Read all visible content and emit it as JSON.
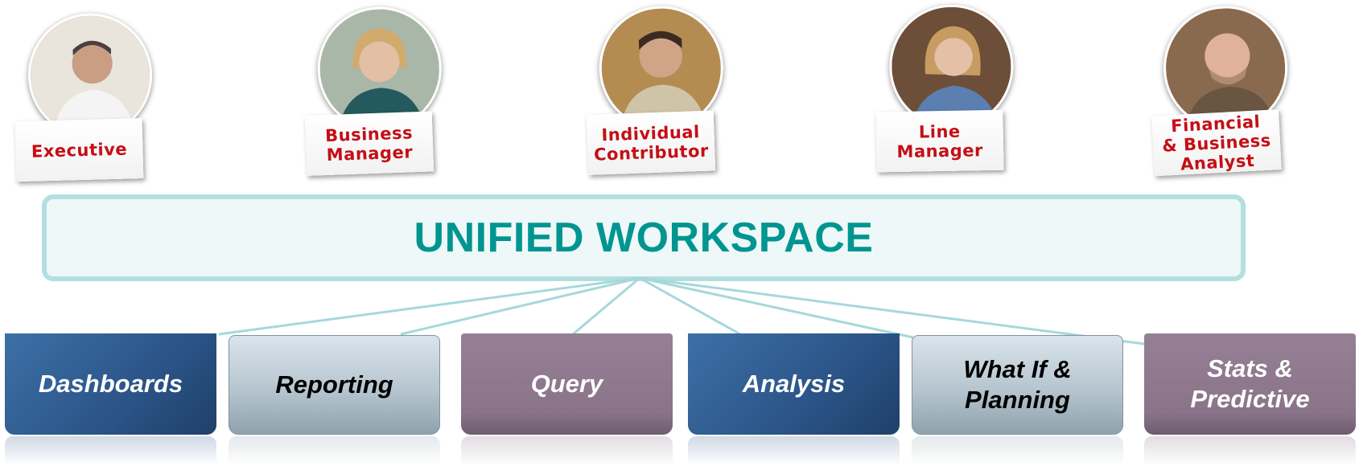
{
  "personas": [
    {
      "label": "Executive",
      "icon": "executive-portrait-icon"
    },
    {
      "label": "Business\nManager",
      "icon": "business-manager-portrait-icon"
    },
    {
      "label": "Individual\nContributor",
      "icon": "individual-contributor-portrait-icon"
    },
    {
      "label": "Line\nManager",
      "icon": "line-manager-portrait-icon"
    },
    {
      "label": "Financial\n& Business\nAnalyst",
      "icon": "financial-analyst-portrait-icon"
    }
  ],
  "workspace": {
    "title": "UNIFIED WORKSPACE"
  },
  "capabilities": [
    {
      "label": "Dashboards",
      "style": "blue"
    },
    {
      "label": "Reporting",
      "style": "grey"
    },
    {
      "label": "Query",
      "style": "mauve"
    },
    {
      "label": "Analysis",
      "style": "blue"
    },
    {
      "label": "What If &\nPlanning",
      "style": "grey"
    },
    {
      "label": "Stats &\nPredictive",
      "style": "mauve"
    }
  ],
  "colors": {
    "persona_label": "#c40f16",
    "workspace_title": "#009590",
    "workspace_border": "#b4dfe0",
    "connector": "#a6d8da",
    "tile_blue": "#2b5488",
    "tile_grey": "#b6c5cf",
    "tile_mauve": "#8a7489"
  }
}
